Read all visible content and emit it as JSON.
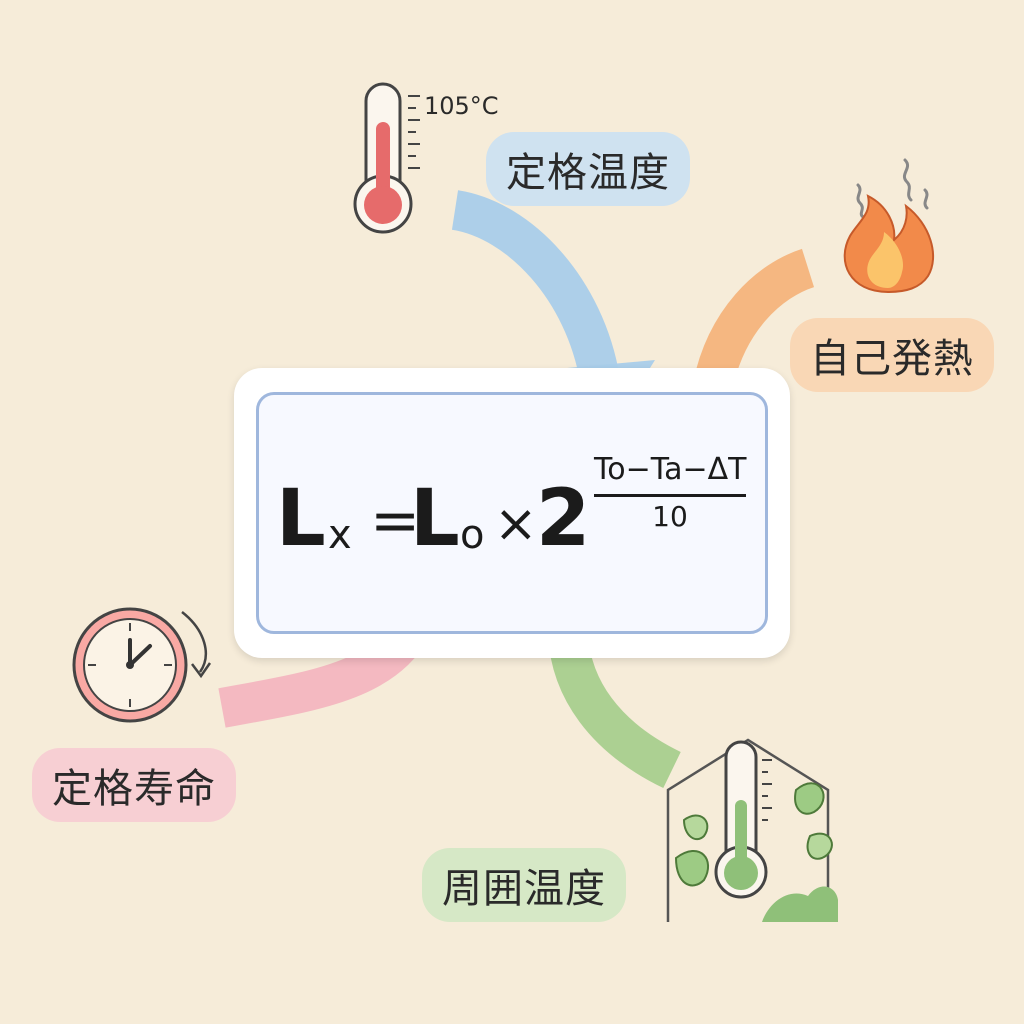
{
  "labels": {
    "rated_temperature": "定格温度",
    "self_heating": "自己発熱",
    "rated_life": "定格寿命",
    "ambient_temperature": "周囲温度"
  },
  "rated_temperature_value": "105°C",
  "formula": {
    "lhs_symbol": "L",
    "lhs_subscript": "x",
    "equals": "=",
    "rhs_symbol": "L",
    "rhs_subscript": "o",
    "times": "×",
    "base": "2",
    "exponent_numerator": "To−Ta−ΔT",
    "exponent_denominator": "10"
  },
  "colors": {
    "background": "#f6ecd9",
    "rated_temperature": "#a9cdea",
    "self_heating": "#f4b47c",
    "rated_life": "#f3b6c0",
    "ambient_temperature": "#a8cf8e",
    "formula_border": "#9fb7dd"
  },
  "icons": {
    "rated_temperature": "thermometer-icon",
    "self_heating": "flame-icon",
    "rated_life": "clock-icon",
    "ambient_temperature": "house-thermometer-icon"
  }
}
